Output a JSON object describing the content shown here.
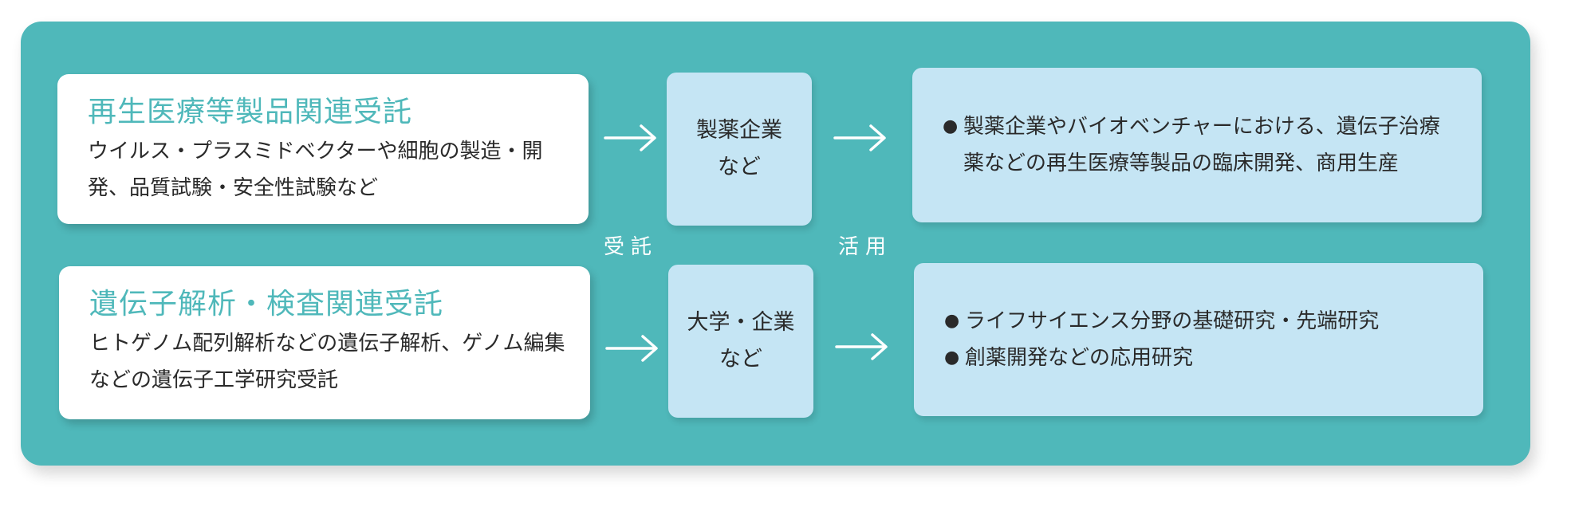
{
  "rows": [
    {
      "title": "再生医療等製品関連受託",
      "description": "ウイルス・プラスミドベクターや細胞の製造・開発、品質試験・安全性試験など",
      "client": [
        "製薬企業",
        "など"
      ],
      "uses": [
        "製薬企業やバイオベンチャーにおける、遺伝子治療薬などの再生医療等製品の臨床開発、商用生産"
      ]
    },
    {
      "title": "遺伝子解析・検査関連受託",
      "description": "ヒトゲノム配列解析などの遺伝子解析、ゲノム編集などの遺伝子工学研究受託",
      "client": [
        "大学・企業",
        "など"
      ],
      "uses": [
        "ライフサイエンス分野の基礎研究・先端研究",
        "創薬開発などの応用研究"
      ]
    }
  ],
  "flow_labels": {
    "left": "受託",
    "right": "活用"
  },
  "bullet": "●",
  "colors": {
    "panel": "#4fb8ba",
    "title_text": "#4fb8ba",
    "light_box": "#c5e5f4",
    "white": "#ffffff"
  },
  "icons": [
    "arrow-right-icon"
  ]
}
